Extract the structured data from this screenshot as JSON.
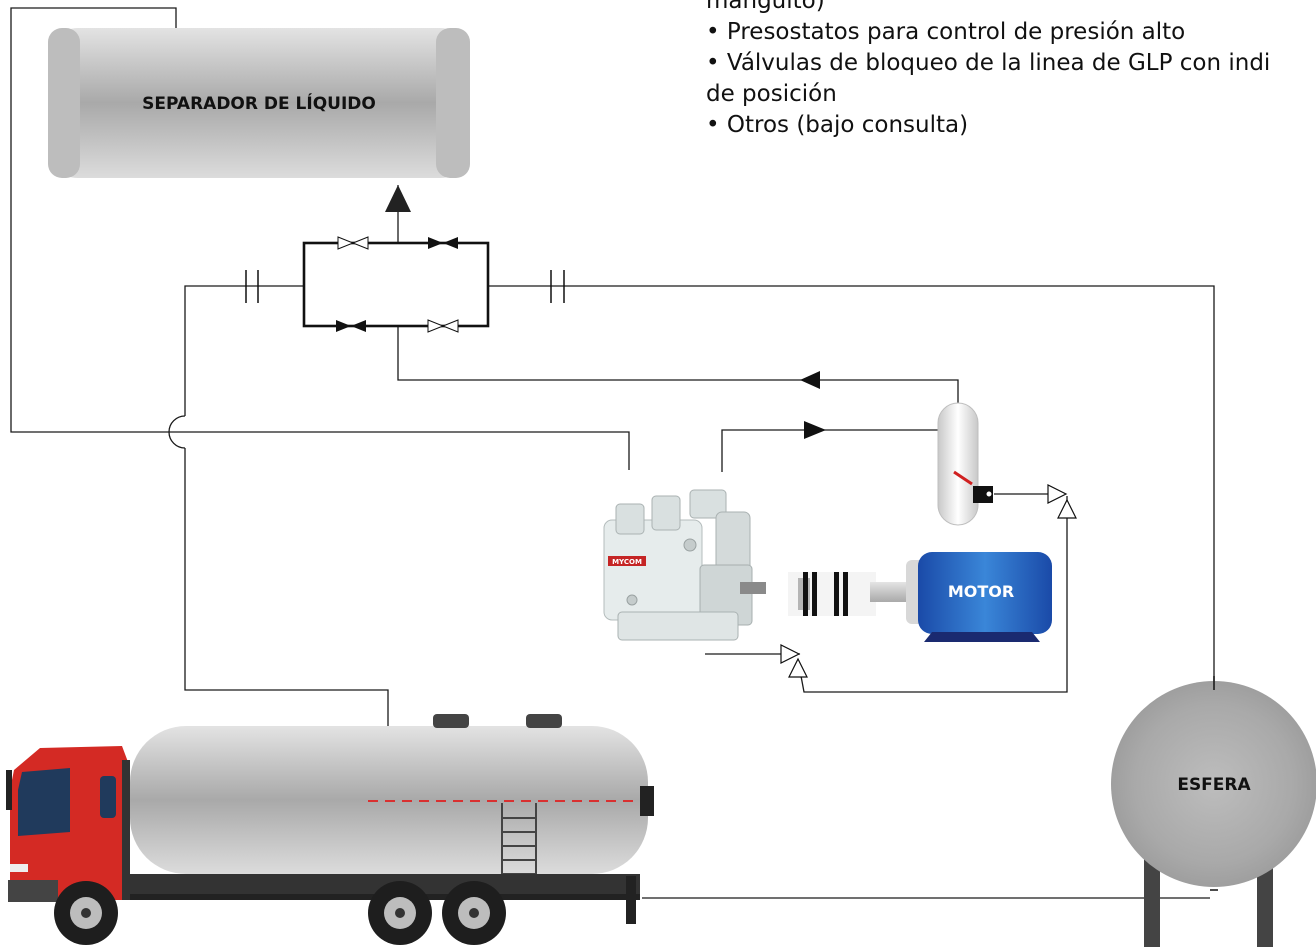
{
  "notes": [
    "manguito)",
    "• Presostatos para control de presión alto",
    "• Válvulas de bloqueo de la linea de GLP con indi",
    "de posición",
    "• Otros (bajo consulta)"
  ],
  "labels": {
    "separator": "SEPARADOR DE LÍQUIDO",
    "motor": "MOTOR",
    "sphere": "ESFERA",
    "compressor_brand": "MYCOM"
  },
  "colors": {
    "line": "#1a1a1a",
    "vessel_gray": "#c9c9c9",
    "motor_blue": "#1d55b8",
    "truck_red": "#d42a24",
    "level_dash": "#d93030"
  }
}
